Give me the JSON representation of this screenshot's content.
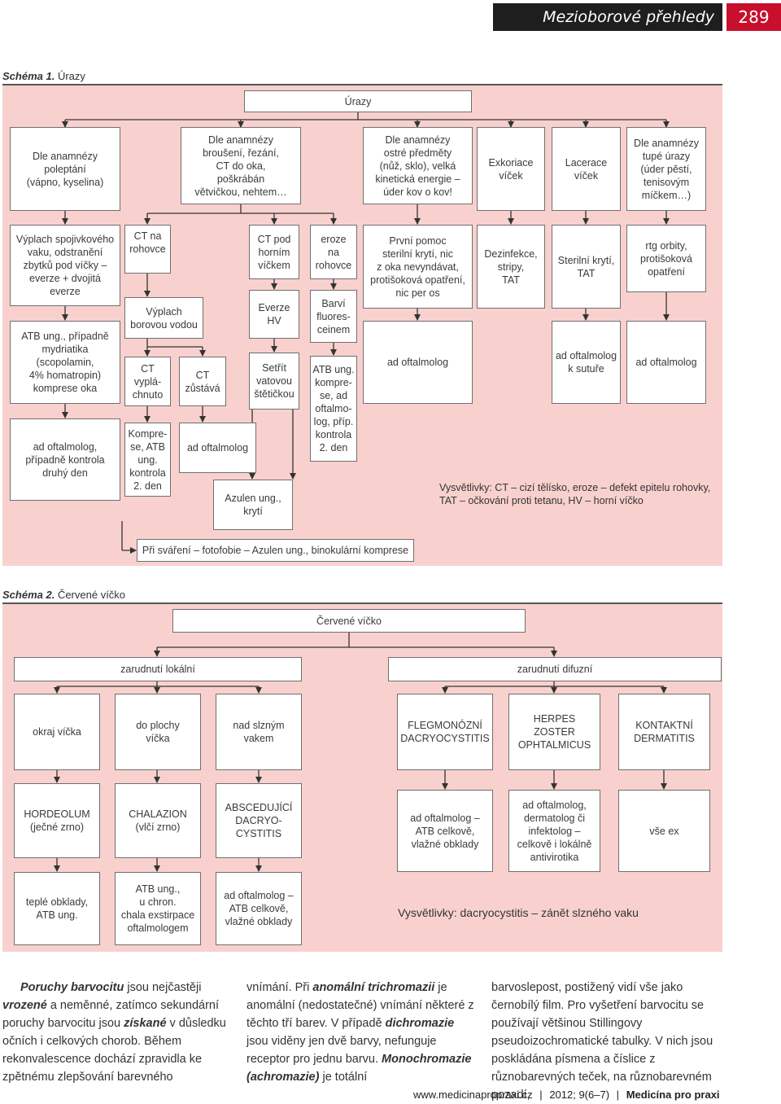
{
  "header": {
    "title": "Mezioborové přehledy",
    "page": "289"
  },
  "schema1": {
    "caption_bold": "Schéma 1.",
    "caption_text": " Úrazy",
    "root": "Úrazy",
    "level1": [
      "Dle anamnézy\npoleptání\n(vápno, kyselina)",
      "Dle anamnézy\nbroušení, řezání,\nCT do oka,\npoškrábán\nvětvičkou, nehtem…",
      "Dle anamnézy\nostré předměty\n(nůž, sklo), velká\nkinetická energie –\núder kov o kov!",
      "Exkoriace\nvíček",
      "Lacerace\nvíček",
      "Dle anamnézy\ntupé úrazy\n(úder pěstí,\ntenisovým\nmíčkem…)"
    ],
    "col1": [
      "Výplach spojivkového\nvaku, odstranění\nzbytků pod víčky –\neverze + dvojitá\neverze",
      "ATB ung., případně\nmydriatika\n(scopolamin,\n4% homatropin)\nkomprese oka",
      "ad oftalmolog,\npřípadně kontrola\ndruhý den"
    ],
    "col2": {
      "ct_rohovce": "CT na\nrohovce",
      "vyplach": "Výplach\nborovou vodou",
      "ct_vyplachnuto": "CT\nvyplá-\nchnuto",
      "komprese": "Kompre-\nse, ATB\nung.\nkontrola\n2. den",
      "ct_zustava": "CT\nzůstává",
      "ad_oftalmolog": "ad oftalmolog",
      "ct_horni": "CT pod\nhorním\nvíčkem",
      "everze": "Everze\nHV",
      "setrit": "Setřít\nvatovou\nštětičkou",
      "azulen": "Azulen ung.,\nkrytí",
      "eroze": "eroze\nna\nrohovce",
      "barvi": "Barví\nfluores-\nceinem",
      "atb": "ATB ung.\nkompre-\nse, ad\noftalmo-\nlog, příp.\nkontrola\n2. den"
    },
    "col3": [
      "První pomoc\nsterilní krytí, nic\nz oka nevyndávat,\nprotišoková opatření,\nnic per os",
      "ad oftalmolog"
    ],
    "col4": [
      "Dezinfekce,\nstripy,\nTAT"
    ],
    "col5": [
      "Sterilní krytí,\nTAT",
      "ad oftalmolog\nk sutuře"
    ],
    "col6": [
      "rtg orbity,\nprotišoková\nopatření",
      "ad oftalmolog"
    ],
    "explanation": "Vysvětlivky: CT – cizí tělísko, eroze – defekt epitelu rohovky,\nTAT – očkování proti tetanu, HV – horní víčko",
    "bottom": "Při sváření – fotofobie – Azulen ung., binokulární komprese"
  },
  "schema2": {
    "caption_bold": "Schéma 2.",
    "caption_text": " Červené víčko",
    "root": "Červené víčko",
    "local": "zarudnutí lokální",
    "diffuse": "zarudnutí difuzní",
    "row1": [
      "okraj víčka",
      "do plochy\nvíčka",
      "nad slzným\nvakem",
      "FLEGMONÓZNÍ\nDACRYOCYSTITIS",
      "HERPES\nZOSTER\nOPHTALMICUS",
      "KONTAKTNÍ\nDERMATITIS"
    ],
    "row2": [
      "HORDEOLUM\n(ječné zrno)",
      "CHALAZION\n(vlčí zrno)",
      "ABSCEDUJÍCÍ\nDACRYO-\nCYSTITIS",
      "ad oftalmolog –\nATB celkově,\nvlažné obklady",
      "ad oftalmolog,\ndermatolog či\ninfektolog –\ncelkově i lokálně\nantivirotika",
      "vše ex"
    ],
    "row3": [
      "teplé obklady,\nATB ung.",
      "ATB ung.,\nu chron.\nchala exstirpace\noftalmologem",
      "ad oftalmolog –\nATB celkově,\nvlažné obklady"
    ],
    "explanation": "Vysvětlivky: dacryocystitis – zánět slzného vaku"
  },
  "body_text": {
    "col1": [
      {
        "t": "Poruchy barvocitu",
        "s": "bi"
      },
      {
        "t": " jsou nejčastěji ",
        "s": ""
      },
      {
        "t": "vrozené",
        "s": "bi"
      },
      {
        "t": " a neměnné, zatímco sekundární poruchy barvocitu jsou ",
        "s": ""
      },
      {
        "t": "získané",
        "s": "bi"
      },
      {
        "t": " v důsledku očních i celkových chorob. Během rekonvalescence dochází zpravidla ke zpětnému zlepšování barevného",
        "s": ""
      }
    ],
    "col2": [
      {
        "t": "vnímání. Při ",
        "s": ""
      },
      {
        "t": "anomální trichromazii",
        "s": "bi"
      },
      {
        "t": " je anomální (nedostatečné) vnímání některé z těchto tří barev. V případě ",
        "s": ""
      },
      {
        "t": "dichromazie",
        "s": "bi"
      },
      {
        "t": " jsou viděny jen dvě barvy, nefunguje receptor pro jednu barvu. ",
        "s": ""
      },
      {
        "t": "Monochromazie (achromazie)",
        "s": "bi"
      },
      {
        "t": " je totální",
        "s": ""
      }
    ],
    "col3": [
      {
        "t": "barvoslepost, postižený vidí vše jako černobílý film. Pro vyšetření barvocitu se používají většinou Stillingovy pseudoizochromatické tabulky. V nich jsou poskládána písmena a číslice z různobarevných teček, na různobarevném pozadí,",
        "s": ""
      }
    ]
  },
  "footer": {
    "site": "www.medicinapropraxi.cz",
    "sep": "|",
    "issue": "2012; 9(6–7)",
    "journal": "Medicína pro praxi"
  }
}
